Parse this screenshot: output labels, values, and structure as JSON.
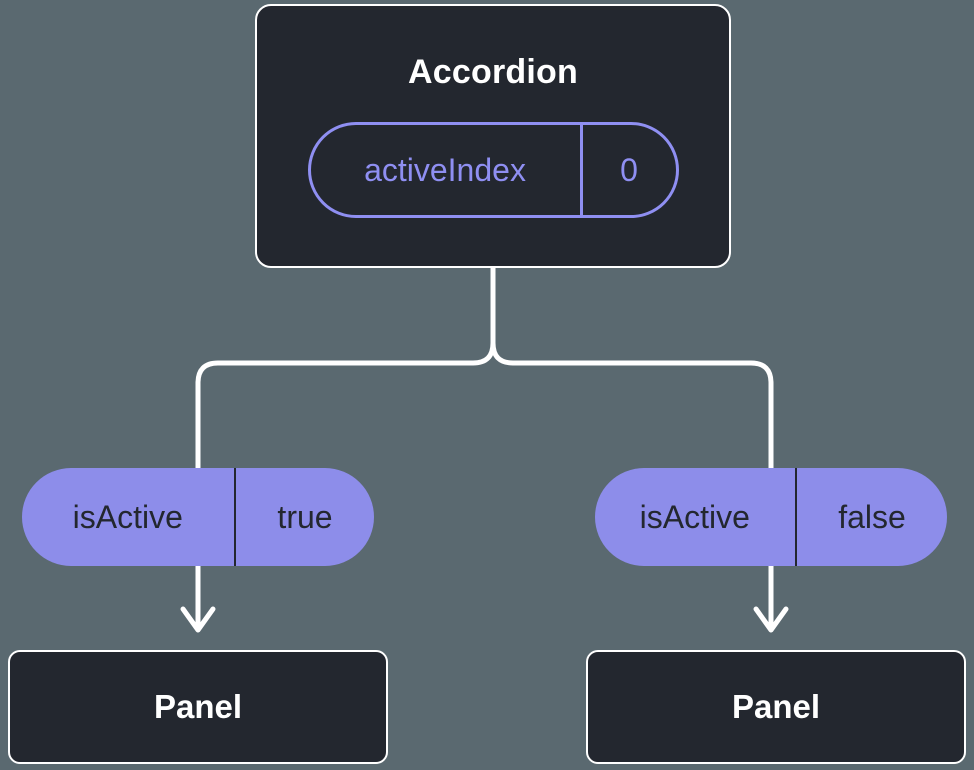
{
  "diagram": {
    "root": {
      "title": "Accordion",
      "prop": {
        "name": "activeIndex",
        "value": "0"
      }
    },
    "children": [
      {
        "prop": {
          "name": "isActive",
          "value": "true"
        },
        "node": {
          "title": "Panel"
        }
      },
      {
        "prop": {
          "name": "isActive",
          "value": "false"
        },
        "node": {
          "title": "Panel"
        }
      }
    ]
  },
  "colors": {
    "background": "#5A6970",
    "node-bg": "#23272F",
    "node-border": "#FFFFFF",
    "accent-purple": "#8F8FF2",
    "pill-fill": "#8D8DEA",
    "pill-text": "#23272F",
    "connector": "#FFFFFF"
  }
}
